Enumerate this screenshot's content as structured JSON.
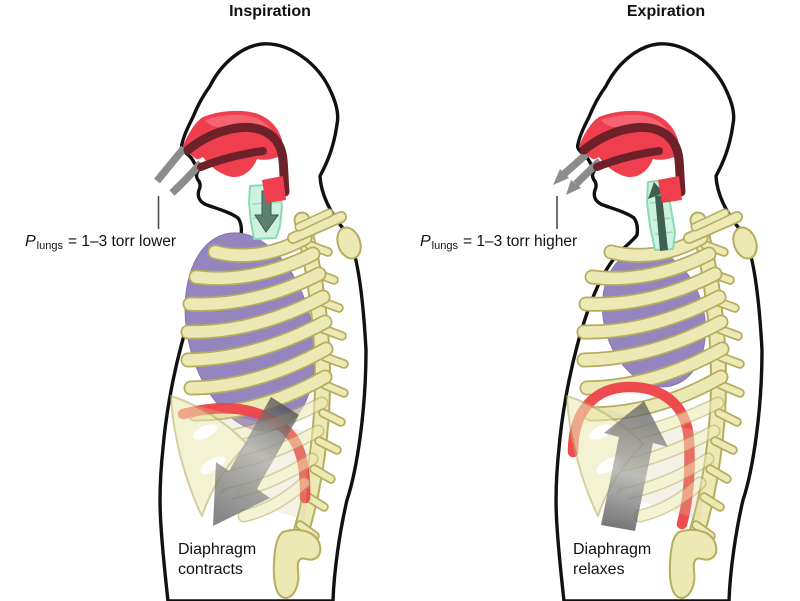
{
  "panels": {
    "left": {
      "title": "Inspiration",
      "pressure": {
        "symbol": "P",
        "subscript": "lungs",
        "rest": "= 1–3 torr lower"
      },
      "caption": {
        "line1": "Diaphragm",
        "line2": "contracts"
      },
      "arrows": {
        "nasal_flow": "inward",
        "tracheal_flow": "down",
        "diaphragm_motion": "down-left"
      }
    },
    "right": {
      "title": "Expiration",
      "pressure": {
        "symbol": "P",
        "subscript": "lungs",
        "rest": "= 1–3 torr higher"
      },
      "caption": {
        "line1": "Diaphragm",
        "line2": "relaxes"
      },
      "arrows": {
        "nasal_flow": "outward",
        "tracheal_flow": "up",
        "diaphragm_motion": "up-right"
      }
    }
  },
  "colors": {
    "page": "#ffffff",
    "text": "#111111",
    "outline": "#111111",
    "bone": "#ece9b5",
    "bone_stroke": "#b5ad5e",
    "lung": "#9585be",
    "airway_red": "#ef3e4d",
    "airway_dark": "#6f2129",
    "diaphragm": "#ee4249",
    "trachea": "#cdf2df",
    "trachea_stroke": "#8cd9b4",
    "trachea_arrow_in": "#5c8171",
    "trachea_arrow_out": "#3f5f50",
    "air_stream": "#8c8c8c",
    "motion_arrow": "#6e6e6e"
  }
}
